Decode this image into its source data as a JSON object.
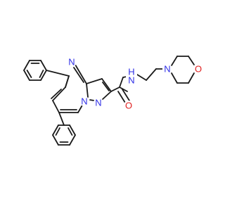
{
  "molecule": {
    "colors": {
      "bond": "#1a1a1a",
      "nitrogen": "#2e2ee6",
      "oxygen": "#e02020",
      "background": "#ffffff"
    },
    "atoms": {
      "n_pyrimidine": "N",
      "n_bridge": "N",
      "n_pyrazole": "N",
      "amide_n": "N",
      "amide_h": "H",
      "amide_o": "O",
      "morpholine_n": "N",
      "morpholine_o": "O"
    }
  }
}
